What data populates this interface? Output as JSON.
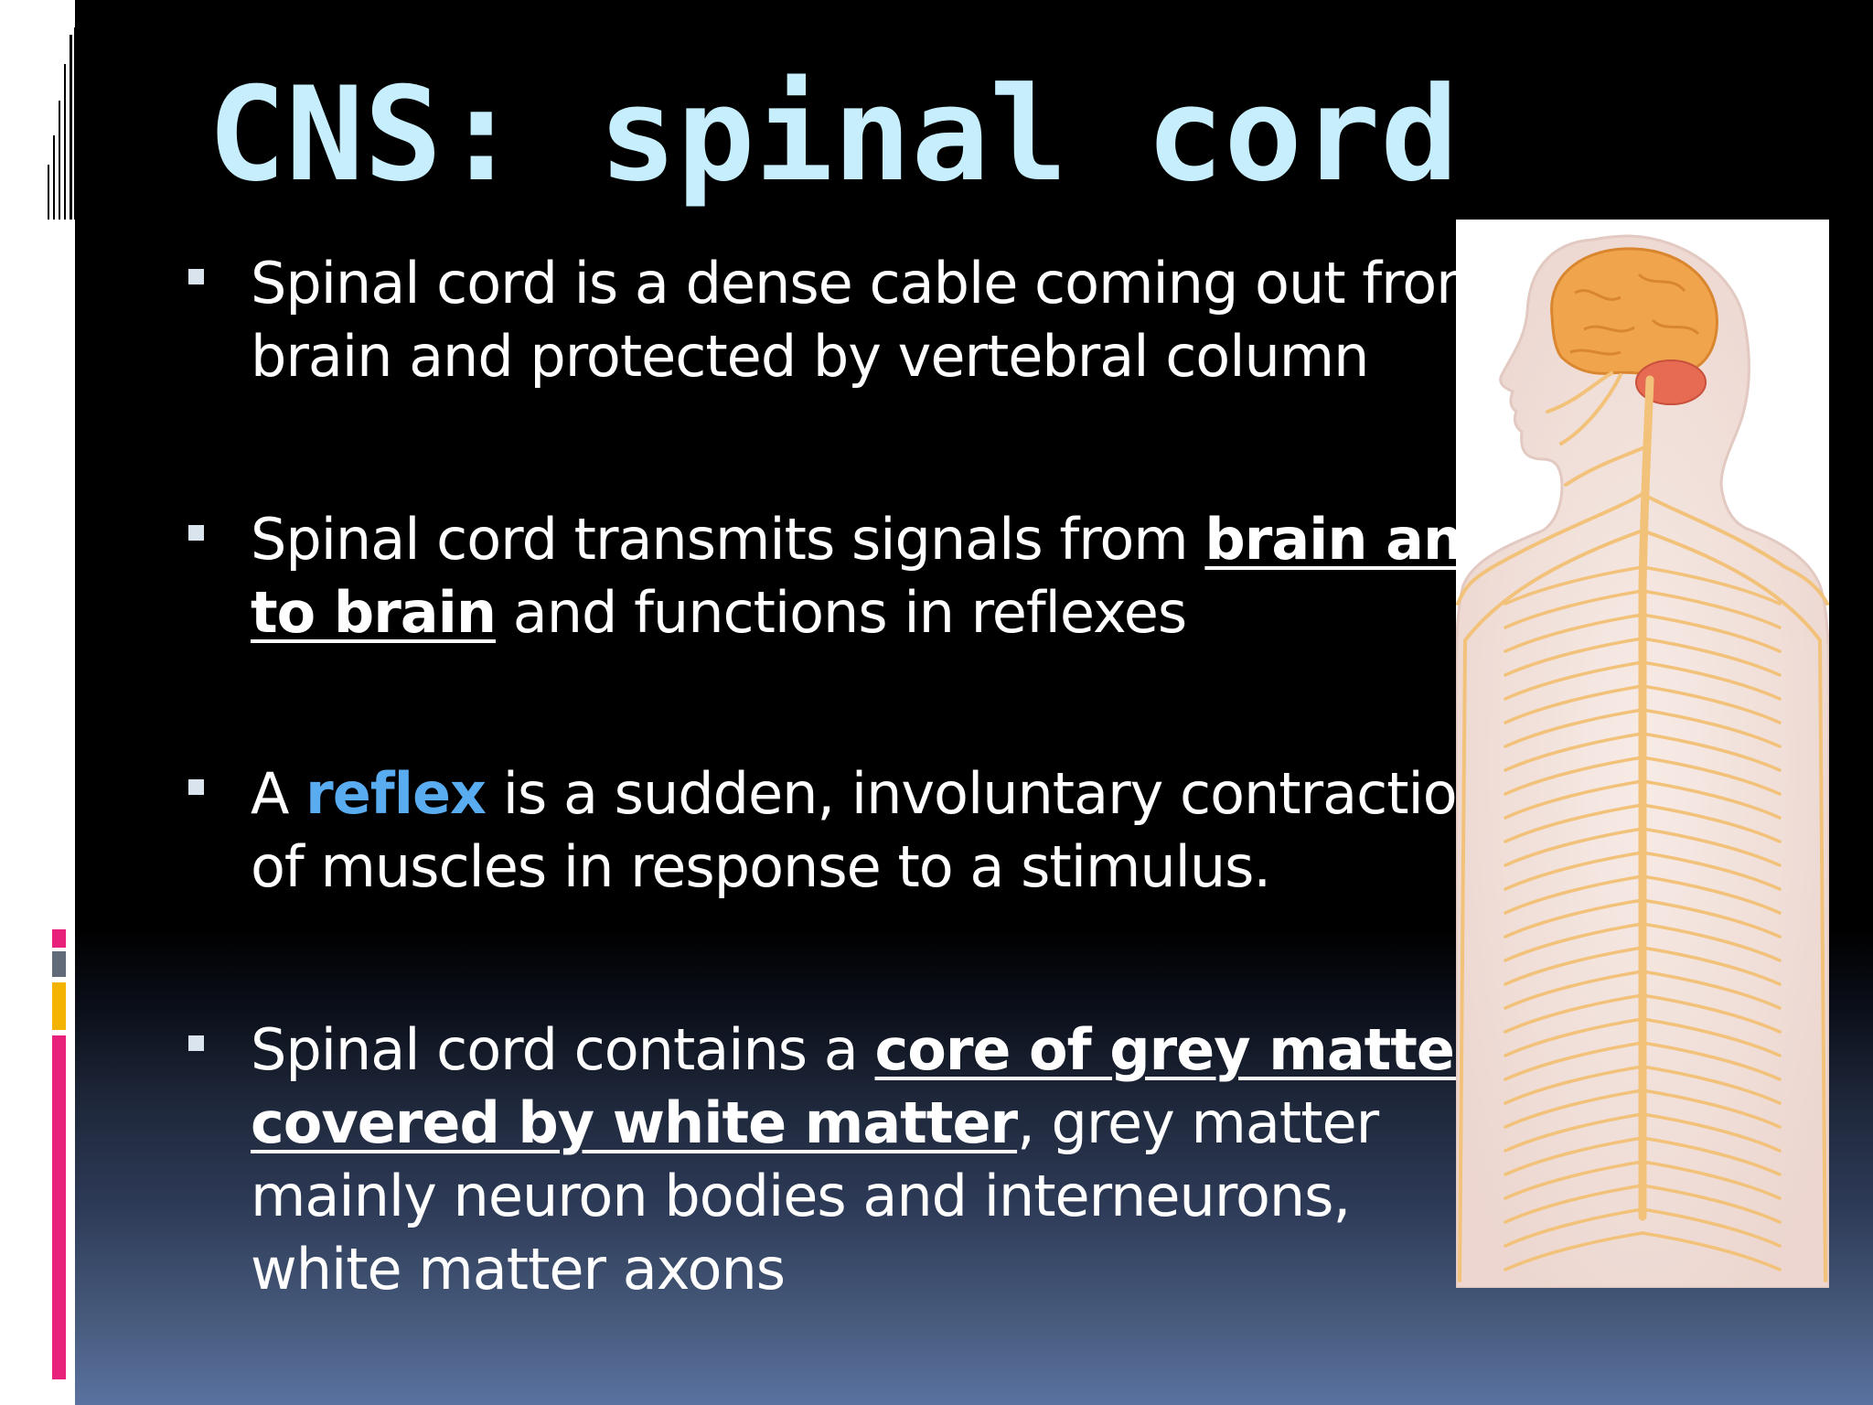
{
  "slide": {
    "title": "CNS: spinal cord",
    "bullets": [
      {
        "parts": [
          {
            "text": "Spinal cord is a dense cable coming out from brain and protected by vertebral column",
            "style": "plain"
          }
        ]
      },
      {
        "parts": [
          {
            "text": "Spinal cord transmits signals from ",
            "style": "plain"
          },
          {
            "text": "brain and to brain",
            "style": "bold-underline"
          },
          {
            "text": " and functions in reflexes",
            "style": "plain"
          }
        ]
      },
      {
        "parts": [
          {
            "text": "A ",
            "style": "plain"
          },
          {
            "text": "reflex",
            "style": "keyword"
          },
          {
            "text": " is a sudden, involuntary contraction of muscles in response to a stimulus.",
            "style": "plain"
          }
        ]
      },
      {
        "parts": [
          {
            "text": "Spinal cord contains a ",
            "style": "plain"
          },
          {
            "text": "core of grey matter covered by white matter",
            "style": "bold-underline"
          },
          {
            "text": ", grey matter mainly neuron bodies and interneurons, white matter axons",
            "style": "plain"
          }
        ]
      }
    ]
  },
  "figure": {
    "icon": "human-nervous-system-illustration"
  },
  "colors": {
    "title": "#c6eefc",
    "keyword": "#5aacf0",
    "body_text": "#ffffff",
    "accent_pink": "#e8217b",
    "accent_gray": "#606a78",
    "accent_yellow": "#f5b301",
    "nerve": "#f2c27a",
    "brain": "#f0a54d",
    "cerebellum": "#e76a52"
  }
}
